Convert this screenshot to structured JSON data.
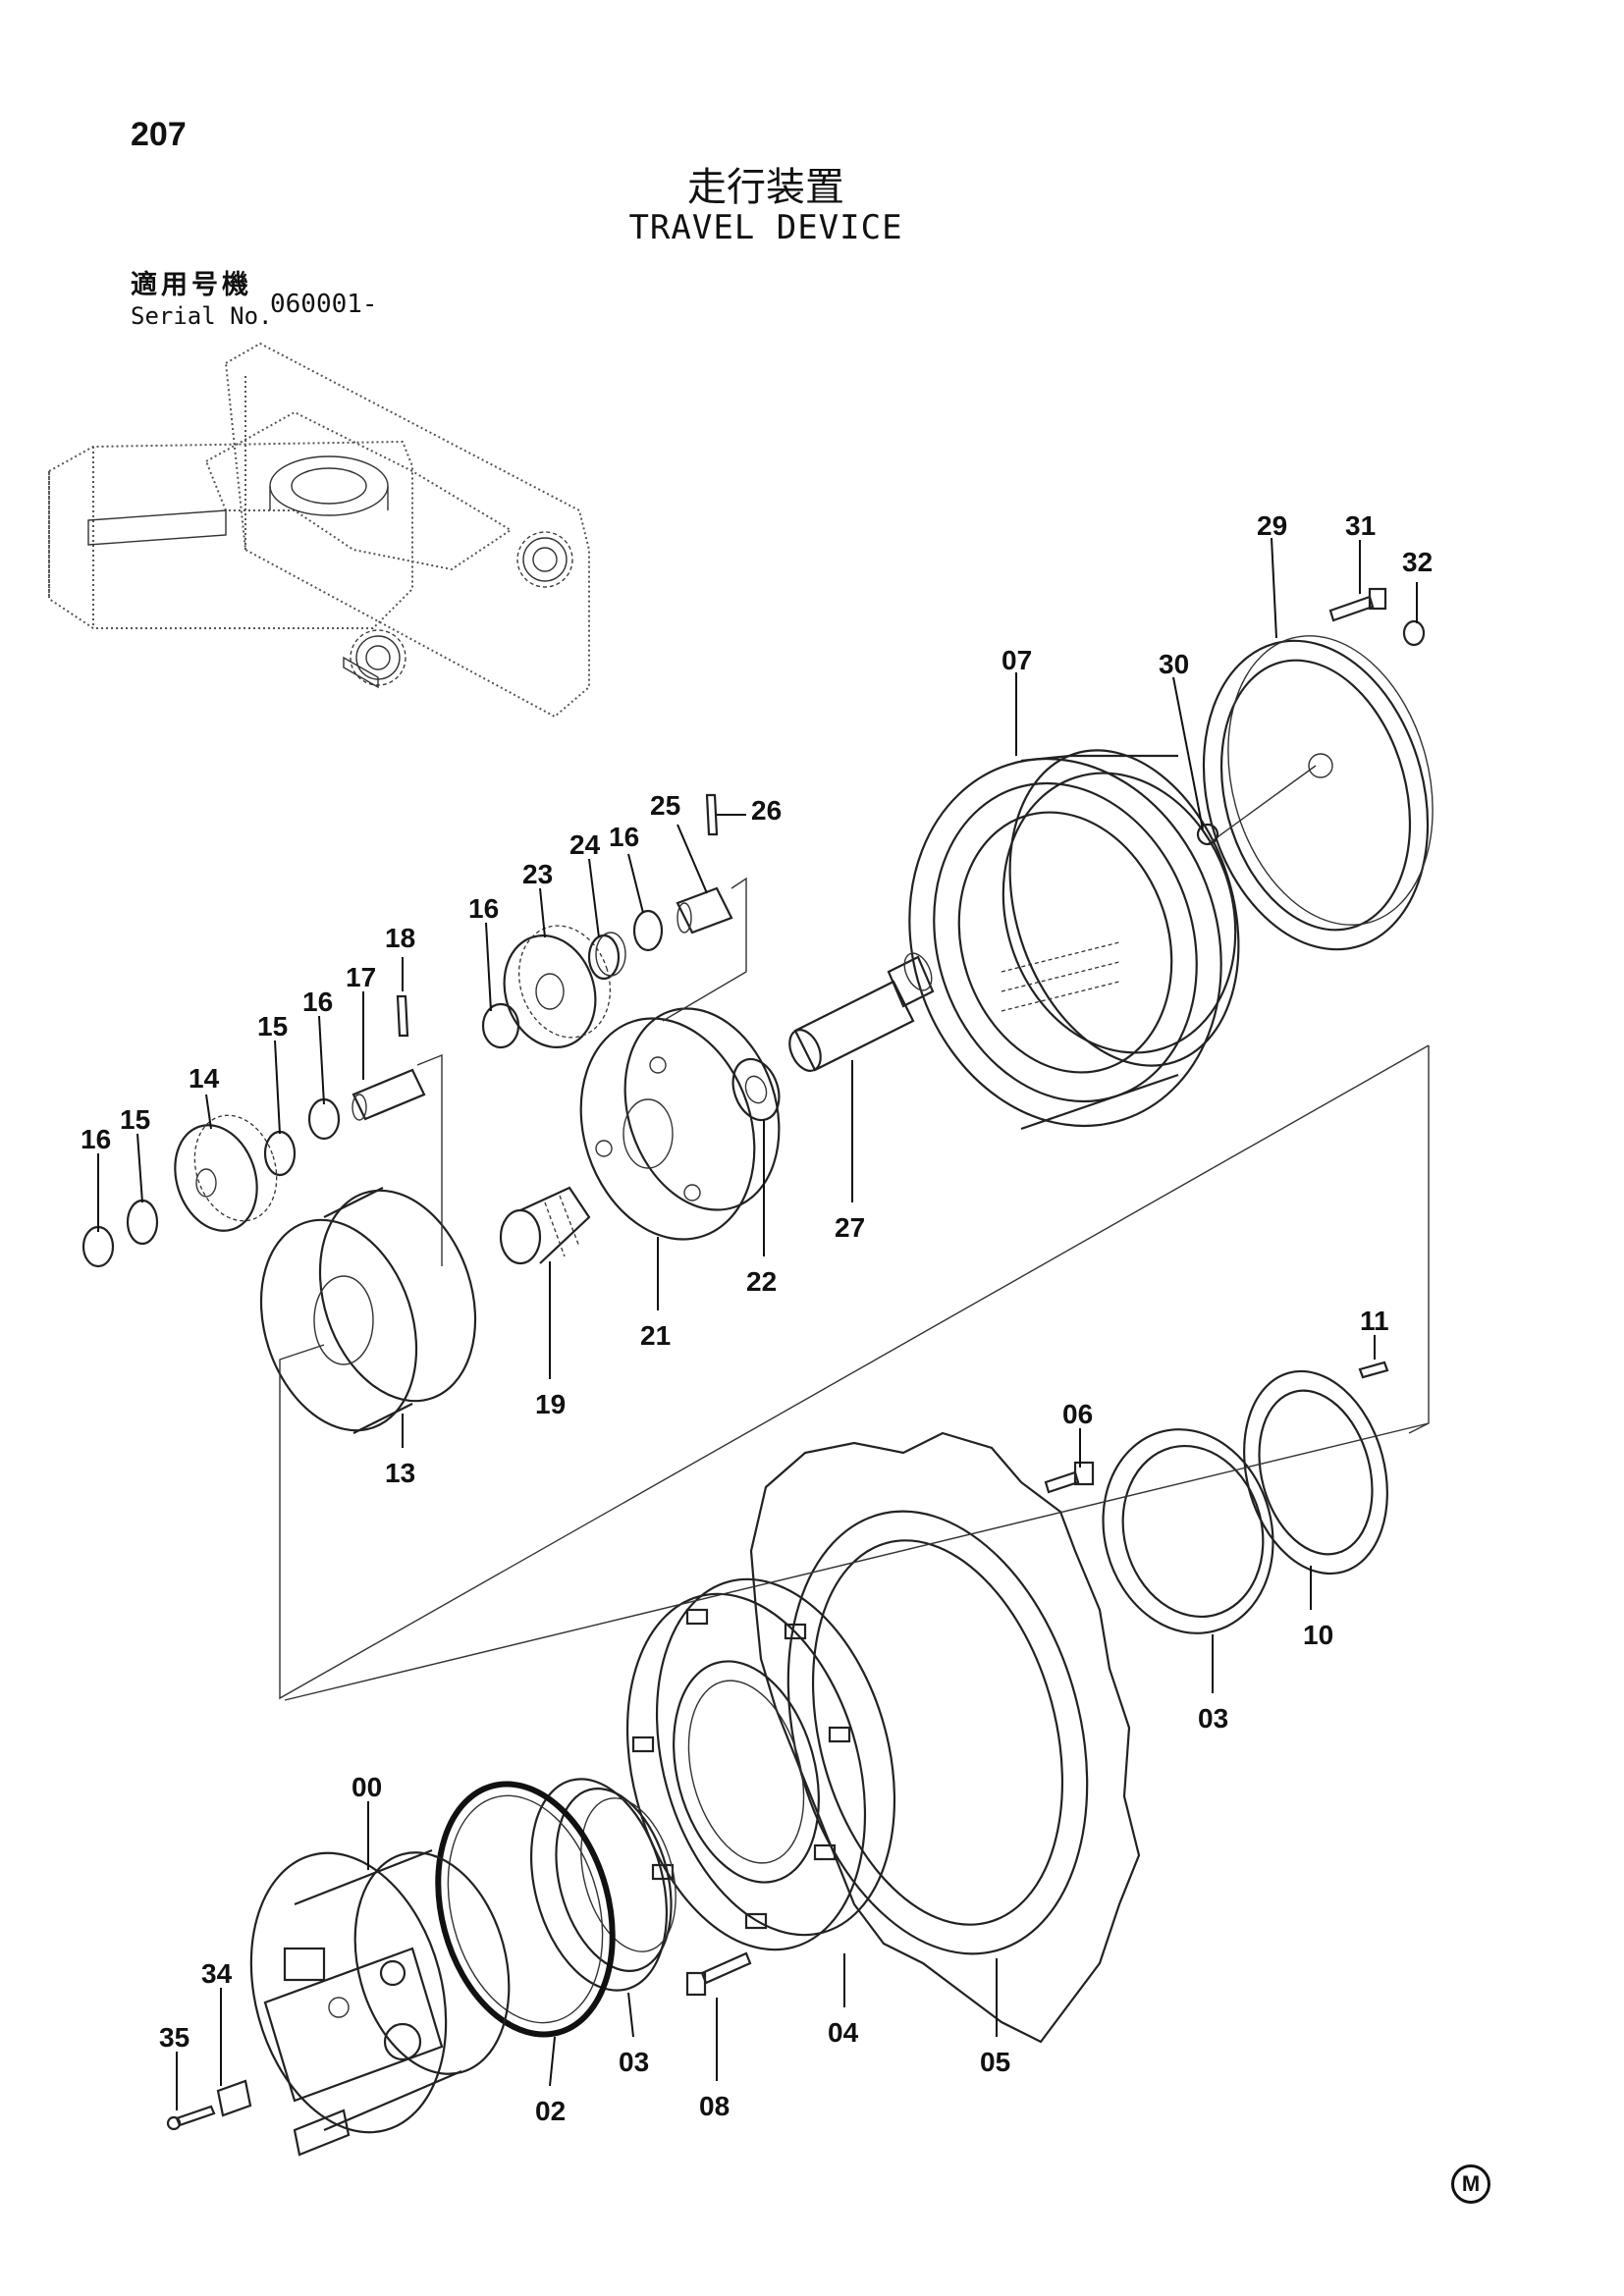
{
  "page_number": "207",
  "title_ja": "走行装置",
  "title_en": "TRAVEL DEVICE",
  "serial_label_ja": "適用号機",
  "serial_label_en": "Serial No.",
  "serial_value": "060001-",
  "mark": "M",
  "callouts": {
    "p00": "00",
    "p02": "02",
    "p03a": "03",
    "p03b": "03",
    "p04": "04",
    "p05": "05",
    "p06": "06",
    "p07": "07",
    "p08": "08",
    "p10": "10",
    "p11": "11",
    "p13": "13",
    "p14": "14",
    "p15a": "15",
    "p15b": "15",
    "p16a": "16",
    "p16b": "16",
    "p16c": "16",
    "p16d": "16",
    "p17": "17",
    "p18": "18",
    "p19": "19",
    "p21": "21",
    "p22": "22",
    "p23": "23",
    "p24": "24",
    "p25": "25",
    "p26": "26",
    "p27": "27",
    "p29": "29",
    "p30": "30",
    "p31": "31",
    "p32": "32",
    "p34": "34",
    "p35": "35"
  }
}
